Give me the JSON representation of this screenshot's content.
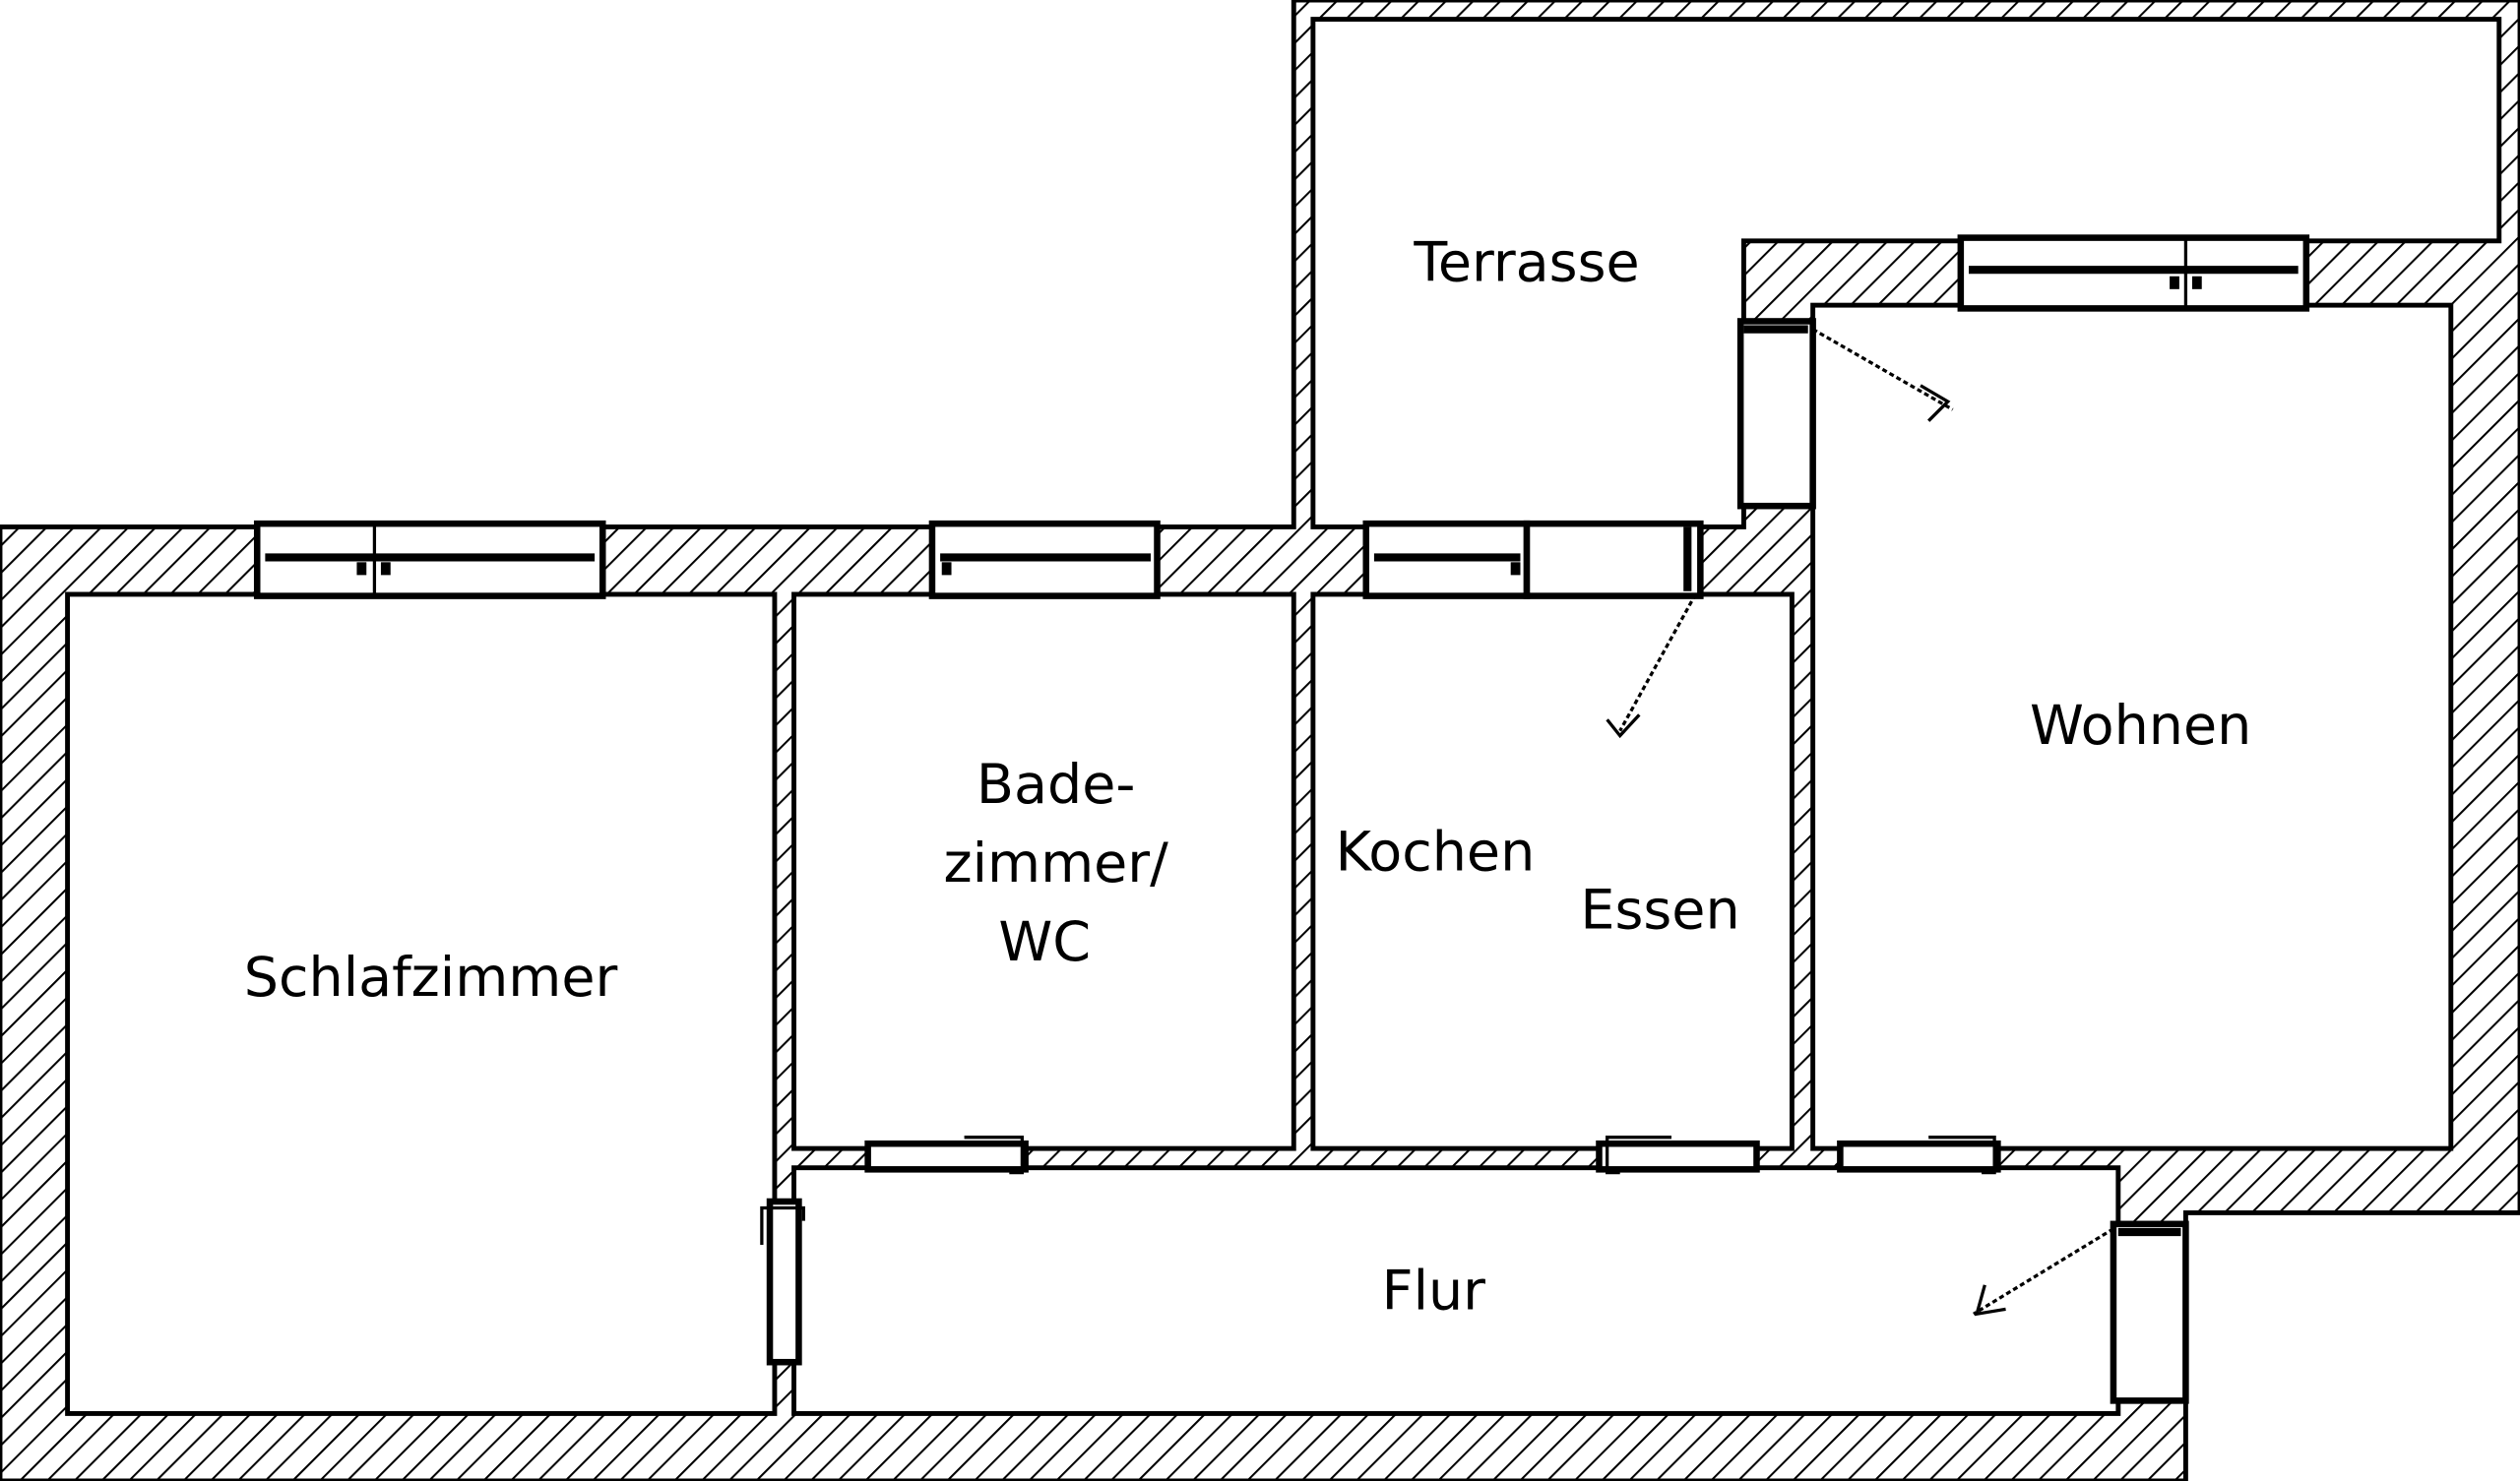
{
  "plan": {
    "rooms": {
      "terrasse": "Terrasse",
      "wohnen": "Wohnen",
      "schlafzimmer": "Schlafzimmer",
      "bad_line1": "Bade-",
      "bad_line2": "zimmer/",
      "bad_line3": "WC",
      "kochen": "Kochen",
      "essen": "Essen",
      "flur": "Flur"
    },
    "colors": {
      "line": "#000000",
      "background": "#ffffff"
    }
  }
}
